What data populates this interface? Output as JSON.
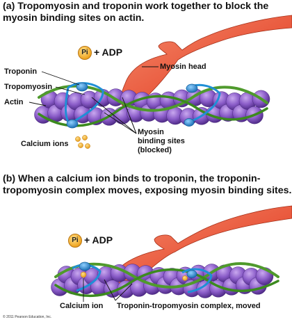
{
  "panel_a": {
    "title_line1": "(a) Tropomyosin and troponin work together to block the",
    "title_line2": "myosin binding sites on actin.",
    "pi_label": "Pi",
    "adp_label": "+ ADP",
    "labels": {
      "myosin_head": "Myosin head",
      "troponin": "Troponin",
      "tropomyosin": "Tropomyosin",
      "actin": "Actin",
      "calcium_ions": "Calcium ions",
      "binding_sites_line1": "Myosin",
      "binding_sites_line2": "binding sites",
      "binding_sites_line3": "(blocked)"
    }
  },
  "panel_b": {
    "title_line1": "(b) When a calcium ion binds to troponin, the troponin-",
    "title_line2": "tropomyosin complex moves, exposing myosin binding sites.",
    "pi_label": "Pi",
    "adp_label": "+ ADP",
    "labels": {
      "calcium_ion": "Calcium ion",
      "complex_moved": "Troponin-tropomyosin complex, moved"
    }
  },
  "copyright": "© 2011 Pearson Education, Inc.",
  "colors": {
    "actin_purple": "#8a5cc8",
    "myosin_red": "#e8553a",
    "tropomyosin_green": "#4f9a2c",
    "troponin_blue": "#1f8fd6",
    "calcium_yellow": "#f0a623"
  }
}
